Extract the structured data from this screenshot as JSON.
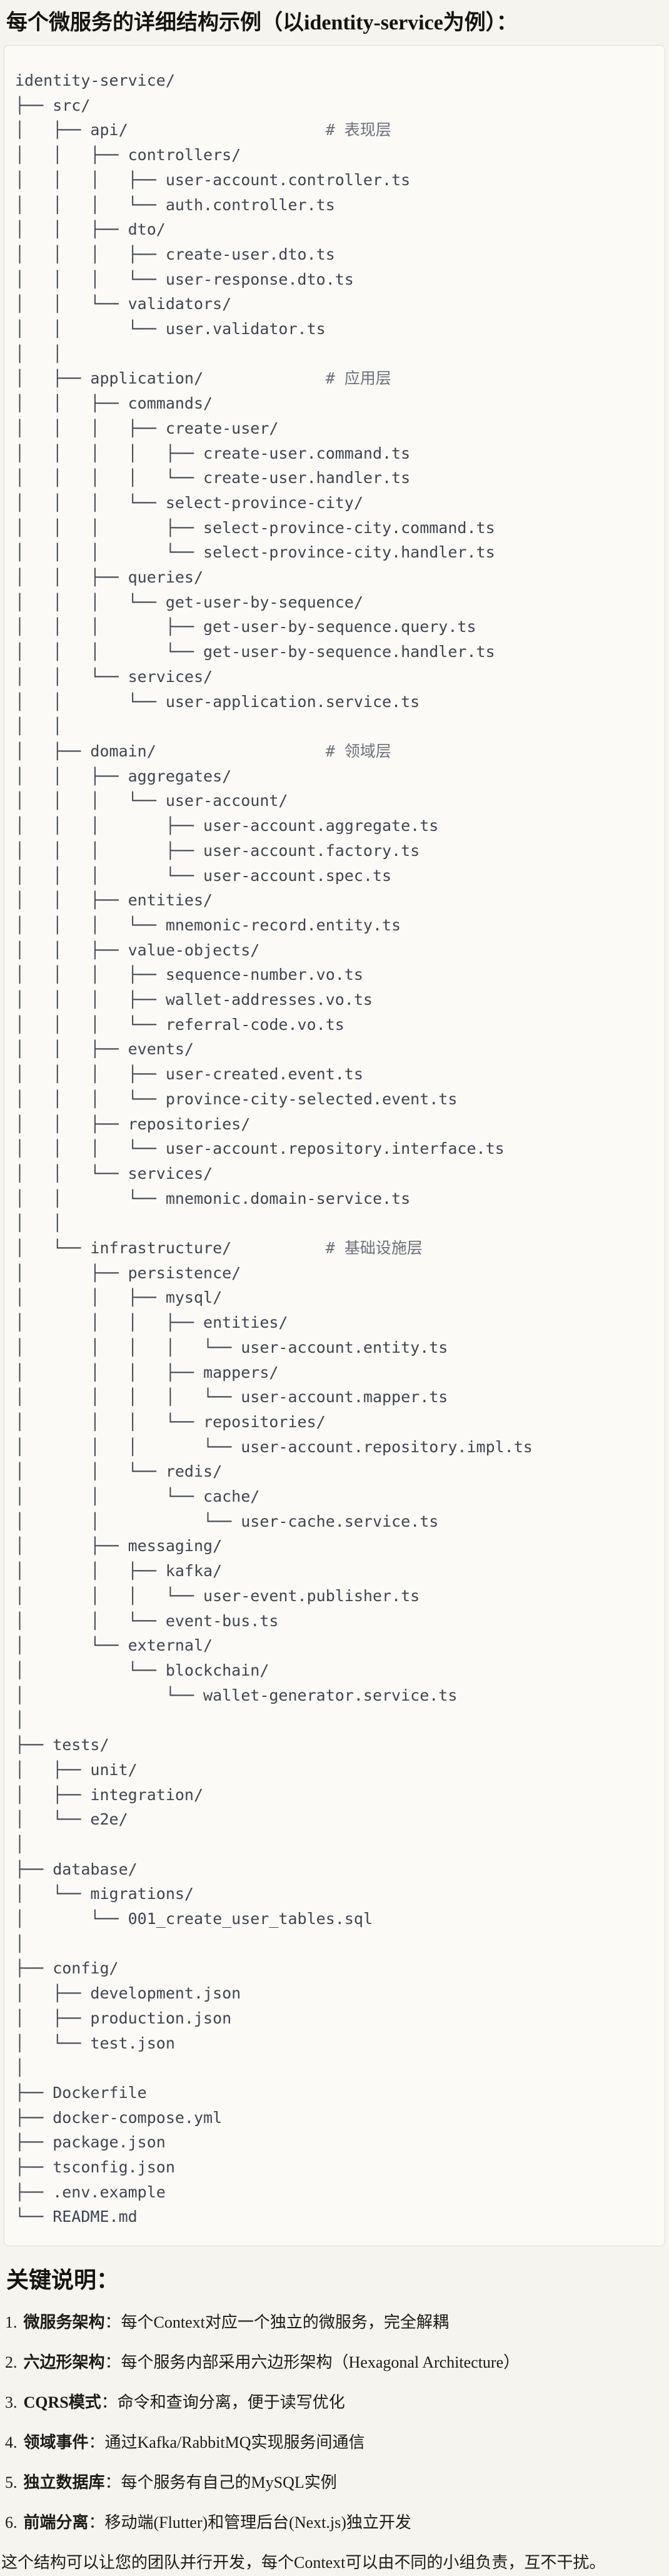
{
  "page": {
    "title": "每个微服务的详细结构示例（以identity-service为例）：",
    "notes_heading": "关键说明：",
    "closing": "这个结构可以让您的团队并行开发，每个Context可以由不同的小组负责，互不干扰。"
  },
  "tree": {
    "layer_comments": [
      "# 表现层",
      "# 应用层",
      "# 领域层",
      "# 基础设施层"
    ],
    "content": "identity-service/\n├── src/\n│   ├── api/                     # 表现层\n│   │   ├── controllers/\n│   │   │   ├── user-account.controller.ts\n│   │   │   └── auth.controller.ts\n│   │   ├── dto/\n│   │   │   ├── create-user.dto.ts\n│   │   │   └── user-response.dto.ts\n│   │   └── validators/\n│   │       └── user.validator.ts\n│   │\n│   ├── application/             # 应用层\n│   │   ├── commands/\n│   │   │   ├── create-user/\n│   │   │   │   ├── create-user.command.ts\n│   │   │   │   └── create-user.handler.ts\n│   │   │   └── select-province-city/\n│   │   │       ├── select-province-city.command.ts\n│   │   │       └── select-province-city.handler.ts\n│   │   ├── queries/\n│   │   │   └── get-user-by-sequence/\n│   │   │       ├── get-user-by-sequence.query.ts\n│   │   │       └── get-user-by-sequence.handler.ts\n│   │   └── services/\n│   │       └── user-application.service.ts\n│   │\n│   ├── domain/                  # 领域层\n│   │   ├── aggregates/\n│   │   │   └── user-account/\n│   │   │       ├── user-account.aggregate.ts\n│   │   │       ├── user-account.factory.ts\n│   │   │       └── user-account.spec.ts\n│   │   ├── entities/\n│   │   │   └── mnemonic-record.entity.ts\n│   │   ├── value-objects/\n│   │   │   ├── sequence-number.vo.ts\n│   │   │   ├── wallet-addresses.vo.ts\n│   │   │   └── referral-code.vo.ts\n│   │   ├── events/\n│   │   │   ├── user-created.event.ts\n│   │   │   └── province-city-selected.event.ts\n│   │   ├── repositories/\n│   │   │   └── user-account.repository.interface.ts\n│   │   └── services/\n│   │       └── mnemonic.domain-service.ts\n│   │\n│   └── infrastructure/          # 基础设施层\n│       ├── persistence/\n│       │   ├── mysql/\n│       │   │   ├── entities/\n│       │   │   │   └── user-account.entity.ts\n│       │   │   ├── mappers/\n│       │   │   │   └── user-account.mapper.ts\n│       │   │   └── repositories/\n│       │   │       └── user-account.repository.impl.ts\n│       │   └── redis/\n│       │       └── cache/\n│       │           └── user-cache.service.ts\n│       ├── messaging/\n│       │   ├── kafka/\n│       │   │   └── user-event.publisher.ts\n│       │   └── event-bus.ts\n│       └── external/\n│           └── blockchain/\n│               └── wallet-generator.service.ts\n│\n├── tests/\n│   ├── unit/\n│   ├── integration/\n│   └── e2e/\n│\n├── database/\n│   └── migrations/\n│       └── 001_create_user_tables.sql\n│\n├── config/\n│   ├── development.json\n│   ├── production.json\n│   └── test.json\n│\n├── Dockerfile\n├── docker-compose.yml\n├── package.json\n├── tsconfig.json\n├── .env.example\n└── README.md"
  },
  "notes": {
    "items": [
      {
        "num": "1.",
        "term": "微服务架构",
        "rest": "：每个Context对应一个独立的微服务，完全解耦"
      },
      {
        "num": "2.",
        "term": "六边形架构",
        "rest": "：每个服务内部采用六边形架构（Hexagonal Architecture）"
      },
      {
        "num": "3.",
        "term": "CQRS模式",
        "rest": "：命令和查询分离，便于读写优化"
      },
      {
        "num": "4.",
        "term": "领域事件",
        "rest": "：通过Kafka/RabbitMQ实现服务间通信"
      },
      {
        "num": "5.",
        "term": "独立数据库",
        "rest": "：每个服务有自己的MySQL实例"
      },
      {
        "num": "6.",
        "term": "前端分离",
        "rest": "：移动端(Flutter)和管理后台(Next.js)独立开发"
      }
    ]
  },
  "colors": {
    "page_bg": "#F5F4EE",
    "code_bg": "#FBFAF7",
    "code_border": "#E0DED6",
    "tree_text": "#3F4550",
    "comment_text": "#6B717B",
    "heading_text": "#141311"
  }
}
